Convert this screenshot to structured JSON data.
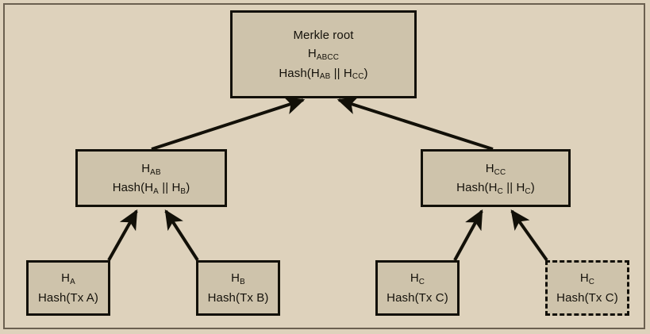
{
  "diagram": {
    "type": "merkle-tree",
    "colors": {
      "page_background": "#ded2bc",
      "node_fill": "#cec3ab",
      "node_border": "#121008",
      "frame_border": "#6b6050",
      "text": "#14110a"
    },
    "nodes": {
      "root": {
        "title": "Merkle root",
        "symbol_base": "H",
        "symbol_sub": "ABCC",
        "formula_prefix": "Hash(H",
        "formula_sub1": "AB",
        "formula_mid": " || H",
        "formula_sub2": "CC",
        "formula_suffix": ")"
      },
      "hab": {
        "symbol_base": "H",
        "symbol_sub": "AB",
        "formula_prefix": "Hash(H",
        "formula_sub1": "A",
        "formula_mid": " || H",
        "formula_sub2": "B",
        "formula_suffix": ")"
      },
      "hcc": {
        "symbol_base": "H",
        "symbol_sub": "CC",
        "formula_prefix": "Hash(H",
        "formula_sub1": "C",
        "formula_mid": " || H",
        "formula_sub2": "C",
        "formula_suffix": ")"
      },
      "leaf_a": {
        "symbol_base": "H",
        "symbol_sub": "A",
        "formula": "Hash(Tx A)",
        "border_style": "solid"
      },
      "leaf_b": {
        "symbol_base": "H",
        "symbol_sub": "B",
        "formula": "Hash(Tx B)",
        "border_style": "solid"
      },
      "leaf_c": {
        "symbol_base": "H",
        "symbol_sub": "C",
        "formula": "Hash(Tx C)",
        "border_style": "solid"
      },
      "leaf_c_duplicate": {
        "symbol_base": "H",
        "symbol_sub": "C",
        "formula": "Hash(Tx C)",
        "border_style": "dashed"
      }
    },
    "edges": [
      {
        "from": "hab",
        "to": "root"
      },
      {
        "from": "hcc",
        "to": "root"
      },
      {
        "from": "leaf_a",
        "to": "hab"
      },
      {
        "from": "leaf_b",
        "to": "hab"
      },
      {
        "from": "leaf_c",
        "to": "hcc"
      },
      {
        "from": "leaf_c_duplicate",
        "to": "hcc"
      }
    ]
  }
}
